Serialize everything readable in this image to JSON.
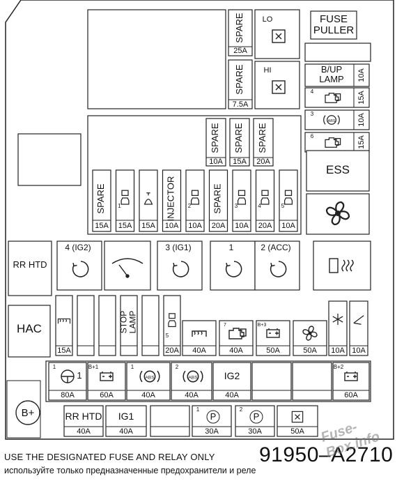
{
  "diagram": {
    "caption_en": "USE THE DESIGNATED FUSE AND RELAY ONLY",
    "caption_ru": "используйте только предназначенные предохранители и реле",
    "part_number": "91950–A2710",
    "watermark": "Fuse-Box.info",
    "top_section": {
      "spare_tall_1": {
        "label": "SPARE",
        "rating": "25A"
      },
      "spare_tall_2": {
        "label": "SPARE",
        "rating": "7.5A"
      },
      "relay_lo": "LO",
      "relay_hi": "HI",
      "fuse_puller": "FUSE\nPULLER",
      "bup_lamp": {
        "label": "B/UP\nLAMP",
        "rating": "10A"
      },
      "right_small": [
        {
          "num": "4",
          "icon": "engine-icon",
          "rating": "15A"
        },
        {
          "num": "3",
          "icon": "abs-icon",
          "rating": "10A"
        },
        {
          "num": "6",
          "icon": "engine-icon",
          "rating": "15A"
        }
      ],
      "spare_row": [
        {
          "label": "SPARE",
          "rating": "10A"
        },
        {
          "label": "SPARE",
          "rating": "15A"
        },
        {
          "label": "SPARE",
          "rating": "20A"
        }
      ],
      "ess": "ESS",
      "fuse_row": [
        {
          "label": "SPARE",
          "rating": "15A",
          "icon": ""
        },
        {
          "label": "",
          "num": "1",
          "rating": "15A",
          "icon": "ecu-icon"
        },
        {
          "label": "",
          "rating": "15A",
          "icon": "horn-icon"
        },
        {
          "label": "INJECTOR",
          "rating": "10A",
          "icon": ""
        },
        {
          "label": "",
          "num": "2",
          "rating": "10A",
          "icon": "ecu-icon"
        },
        {
          "label": "SPARE",
          "rating": "20A",
          "icon": ""
        },
        {
          "label": "",
          "num": "3",
          "rating": "10A",
          "icon": "ecu-icon"
        },
        {
          "label": "",
          "num": "4",
          "rating": "20A",
          "icon": "ecu-icon"
        },
        {
          "label": "",
          "num": "5",
          "rating": "10A",
          "icon": "ecu-icon"
        }
      ]
    },
    "middle_section": {
      "rr_htd": "RR HTD",
      "ig2": "4 (IG2)",
      "ig1": "3 (IG1)",
      "relay_1": "1",
      "acc": "2 (ACC)"
    },
    "lower_section": {
      "hac": "HAC",
      "fuses": [
        {
          "label": "",
          "rating": "15A",
          "icon": "rear-defrost-icon"
        },
        {
          "label": "",
          "rating": "",
          "icon": ""
        },
        {
          "label": "",
          "rating": "",
          "icon": ""
        },
        {
          "label": "STOP\nLAMP",
          "rating": "",
          "icon": ""
        },
        {
          "label": "",
          "rating": "",
          "icon": ""
        },
        {
          "label": "",
          "num": "5",
          "rating": "20A",
          "icon": "ecu-icon"
        }
      ],
      "maxi": [
        {
          "rating": "40A",
          "icon": "rear-defrost-icon"
        },
        {
          "num": "7",
          "rating": "40A",
          "icon": "engine-icon"
        },
        {
          "num": "B+3",
          "rating": "50A",
          "icon": "battery-icon"
        },
        {
          "rating": "50A",
          "icon": "fan-icon"
        }
      ],
      "small_right": [
        {
          "rating": "10A",
          "icon": "snowflake-icon"
        },
        {
          "rating": "10A",
          "icon": "mirror-icon"
        }
      ]
    },
    "multi_fuse_row": [
      {
        "num": "1",
        "rating": "80A",
        "icon": "steering-icon"
      },
      {
        "num": "B+1",
        "rating": "60A",
        "icon": "battery-icon"
      },
      {
        "num": "1",
        "rating": "40A",
        "icon": "abs-icon",
        "text": "ABS"
      },
      {
        "num": "2",
        "rating": "40A",
        "icon": "abs-icon",
        "text": "ABS"
      },
      {
        "rating": "40A",
        "text": "IG2"
      },
      {
        "rating": "",
        "text": ""
      },
      {
        "rating": "",
        "text": ""
      },
      {
        "num": "B+2",
        "rating": "60A",
        "icon": "battery-icon"
      }
    ],
    "bottom_row": [
      {
        "text": "RR HTD",
        "rating": "40A"
      },
      {
        "text": "IG1",
        "rating": "40A"
      },
      {
        "text": "",
        "rating": ""
      },
      {
        "num": "1",
        "text": "P",
        "rating": "30A"
      },
      {
        "num": "2",
        "text": "P",
        "rating": "30A"
      },
      {
        "icon": "relay-icon",
        "rating": "50A"
      }
    ],
    "battery_terminal": "B+"
  }
}
